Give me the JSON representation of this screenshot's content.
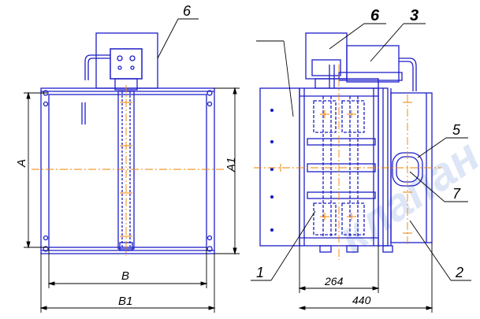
{
  "labels": {
    "front": {
      "dim_a": "A",
      "dim_a1": "A1",
      "dim_b": "B",
      "dim_b1": "B1",
      "callout_6": "6"
    },
    "side": {
      "callout_6": "6",
      "callout_3": "3",
      "callout_5": "5",
      "callout_7": "7",
      "callout_1": "1",
      "callout_2": "2",
      "dim_264": "264",
      "dim_440": "440"
    }
  },
  "watermark": "клапан",
  "colors": {
    "outline": "#1e1ec8",
    "dimension": "#000000",
    "centerline": "#f08000",
    "watermark": "#dde6f7"
  }
}
